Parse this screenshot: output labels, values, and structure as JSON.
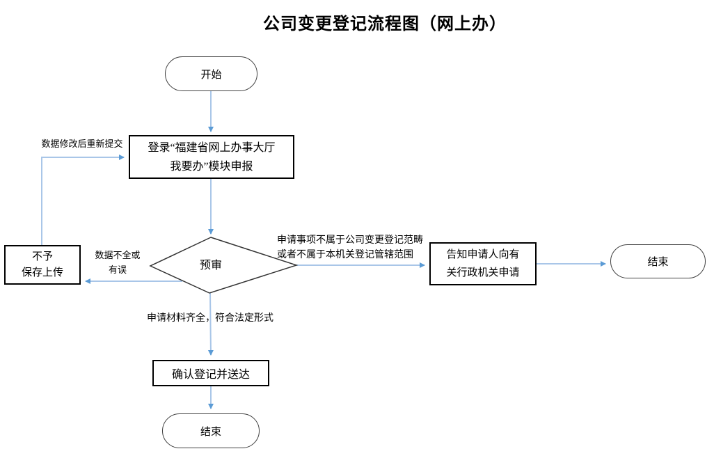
{
  "title": "公司变更登记流程图（网上办）",
  "nodes": {
    "start": {
      "label": "开始"
    },
    "login": {
      "line1": "登录“福建省网上办事大厅",
      "line2": "我要办”模块申报"
    },
    "review": {
      "label": "预审"
    },
    "no_save": {
      "line1": "不予",
      "line2": "保存上传"
    },
    "notify": {
      "line1": "告知申请人向有",
      "line2": "关行政机关申请"
    },
    "confirm": {
      "label": "确认登记并送达"
    },
    "end_right": {
      "label": "结束"
    },
    "end_bottom": {
      "label": "结束"
    }
  },
  "edge_labels": {
    "resubmit": "数据修改后重新提交",
    "incomplete_line1": "数据不全或",
    "incomplete_line2": "有误",
    "scope_line1": "申请事项不属于公司变更登记范畴",
    "scope_line2": "或者不属于本机关登记管辖范围",
    "complete": "申请材料齐全，符合法定形式"
  },
  "colors": {
    "connector": "#a9c6e8",
    "arrowhead": "#5b9bd5",
    "shape_border": "#404040",
    "process_border": "#000000",
    "text": "#000000"
  }
}
